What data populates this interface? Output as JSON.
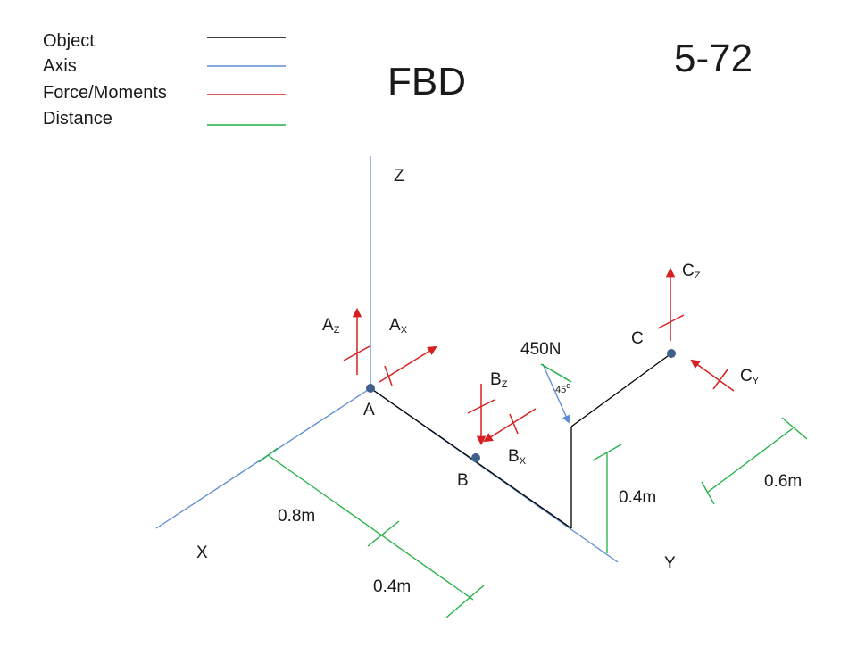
{
  "legend": {
    "object": "Object",
    "axis": "Axis",
    "force": "Force/Moments",
    "distance": "Distance"
  },
  "title": "FBD",
  "problem_number": "5-72",
  "axes": {
    "z": "Z",
    "x": "X",
    "y": "Y"
  },
  "points": {
    "a": "A",
    "b": "B",
    "c": "C"
  },
  "forces": {
    "az_main": "A",
    "az_sub": "Z",
    "ax_main": "A",
    "ax_sub": "X",
    "bz_main": "B",
    "bz_sub": "Z",
    "bx_main": "B",
    "bx_sub": "X",
    "cz_main": "C",
    "cz_sub": "Z",
    "cy_main": "C",
    "cy_sub": "Y",
    "load": "450N"
  },
  "angle": {
    "value": "45",
    "unit": "o"
  },
  "distances": {
    "d1": "0.8m",
    "d2": "0.4m",
    "d3": "0.4m",
    "d4": "0.6m"
  },
  "colors": {
    "object": "#000000",
    "axis": "#5b8bd1",
    "force": "#d62020",
    "distance": "#1fb043",
    "point": "#3e5f8a"
  }
}
